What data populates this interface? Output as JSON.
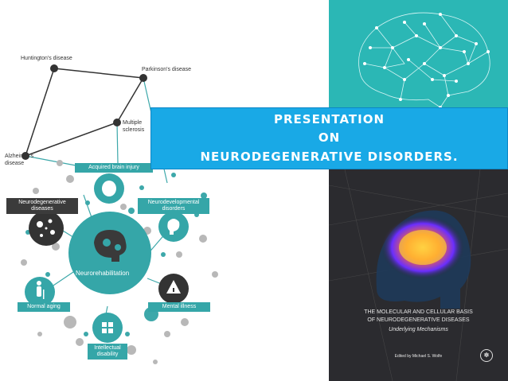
{
  "banner": {
    "line1": "PRESENTATION",
    "line2": "ON",
    "line3": "NEURODEGENERATIVE DISORDERS."
  },
  "diagram": {
    "diseases": {
      "huntington": "Huntington's disease",
      "parkinson": "Parkinson's disease",
      "multiple_sclerosis_1": "Multiple",
      "multiple_sclerosis_2": "sclerosis",
      "alzheimer_1": "Alzheimer's",
      "alzheimer_2": "disease"
    },
    "categories": {
      "acquired": "Acquired brain injury",
      "neurodegenerative_1": "Neurodegenerative",
      "neurodegenerative_2": "diseases",
      "neurodevelopmental_1": "Neurodevelopmental",
      "neurodevelopmental_2": "disorders",
      "center": "Neurorehabilitation",
      "normal_aging": "Normal aging",
      "mental_illness": "Mental illness",
      "intellectual_1": "Intellectual",
      "intellectual_2": "disability"
    }
  },
  "book": {
    "title_1": "THE MOLECULAR AND CELLULAR BASIS",
    "title_2": "OF NEURODEGENERATIVE DISEASES",
    "subtitle": "Underlying Mechanisms",
    "editor": "Edited by Michael S. Wolfe"
  },
  "colors": {
    "teal": "#35a6a8",
    "banner_blue": "#19a9e6",
    "dark": "#3b3b3b"
  }
}
